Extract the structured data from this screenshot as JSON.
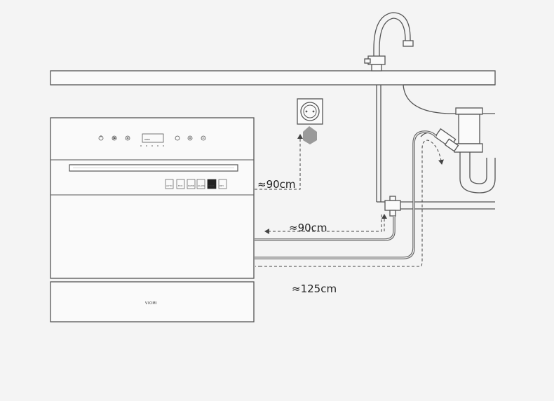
{
  "dimensions": {
    "power_cord_length": "≈90cm",
    "inlet_hose_length": "≈90cm",
    "drain_hose_length": "≈125cm"
  },
  "appliance": {
    "brand": "VIOMI",
    "display_digits": "8888",
    "program_labels": [
      "AUTO",
      "ECO",
      "RAPID",
      "GLASS",
      "FRUIT",
      "DRY"
    ]
  },
  "colors": {
    "outline": "#555555",
    "hose": "#777777",
    "dashed": "#444444",
    "plug": "#9a9a9a",
    "background": "#f4f4f4"
  }
}
